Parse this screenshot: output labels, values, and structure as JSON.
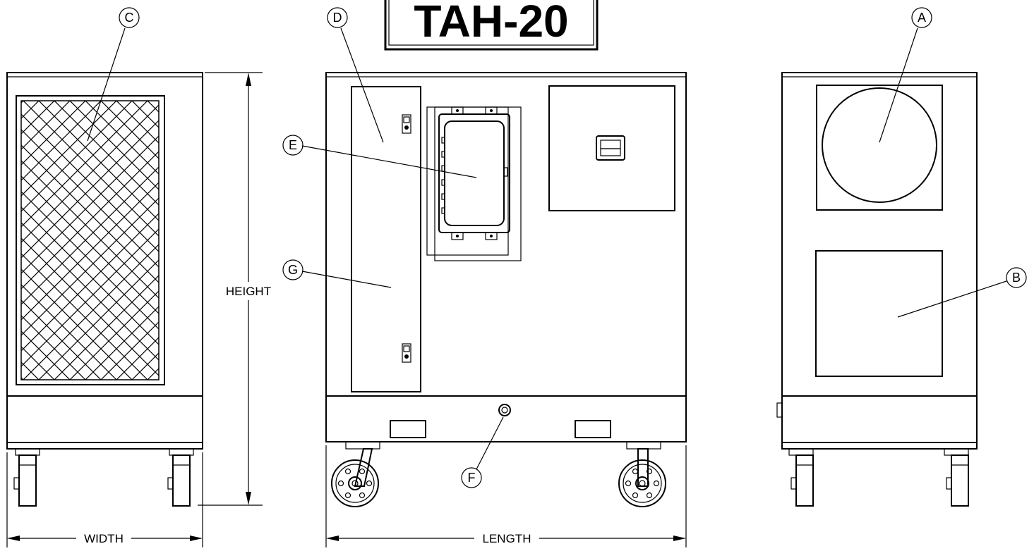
{
  "title": "TAH-20",
  "callouts": {
    "a": "A",
    "b": "B",
    "c": "C",
    "d": "D",
    "e": "E",
    "f": "F",
    "g": "G"
  },
  "dimensions": {
    "height": "HEIGHT",
    "width": "WIDTH",
    "length": "LENGTH"
  }
}
